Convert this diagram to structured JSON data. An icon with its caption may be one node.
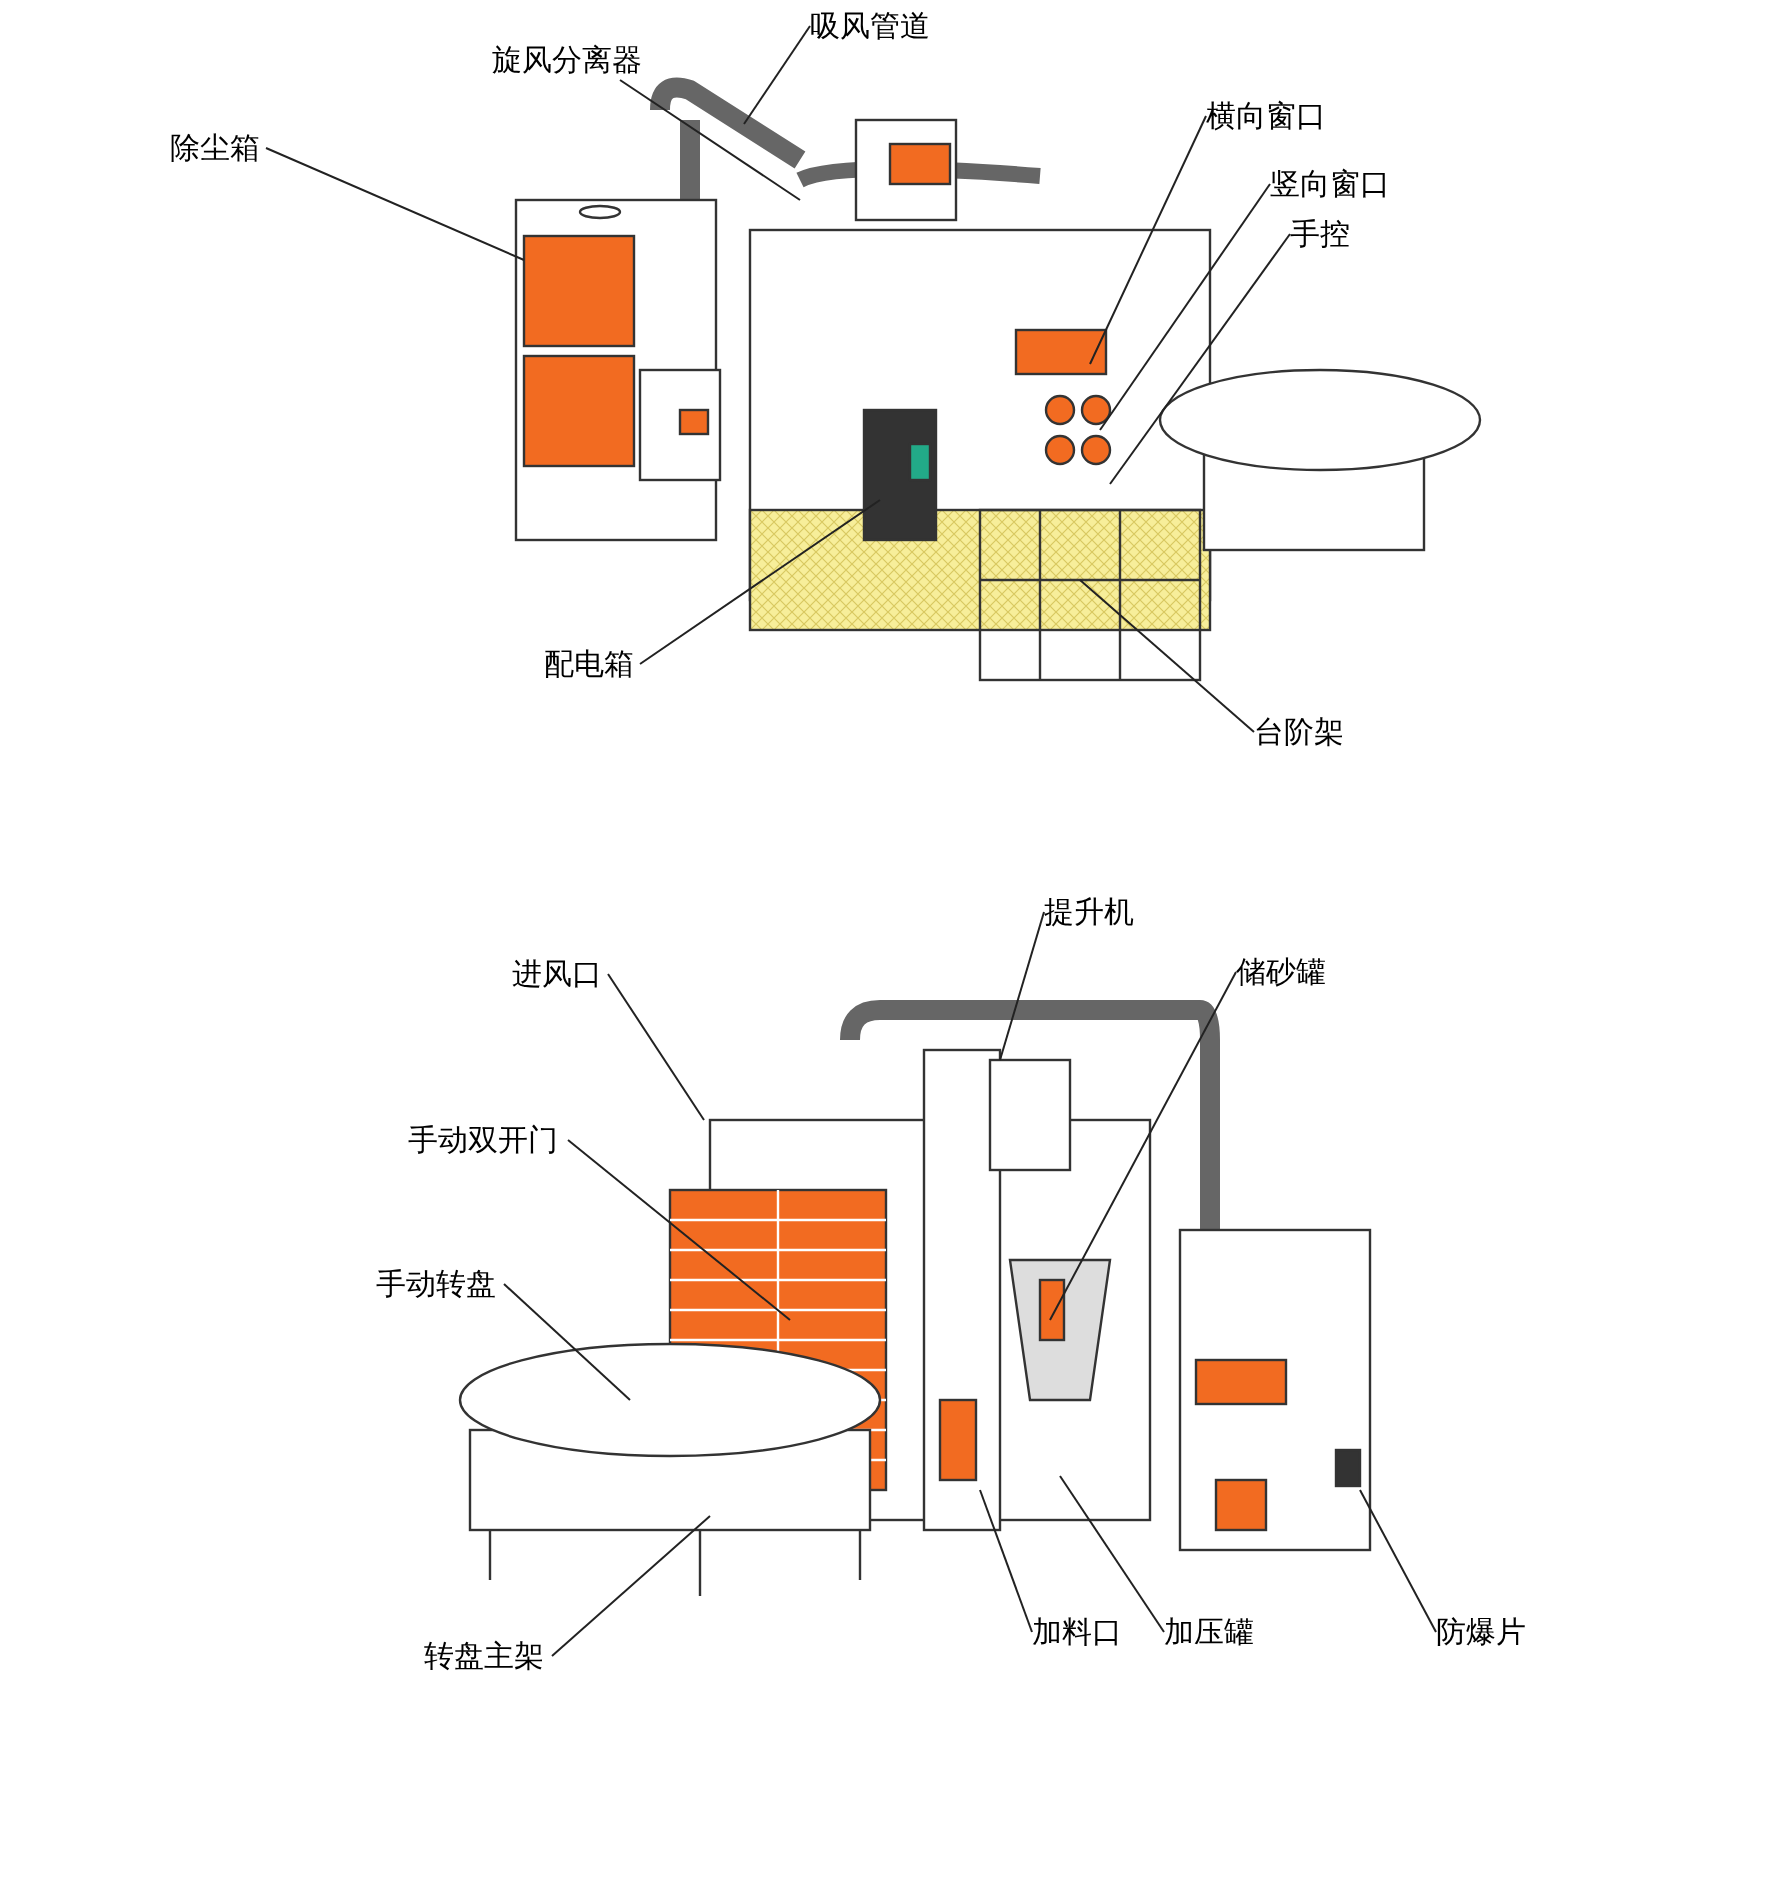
{
  "diagram": {
    "nodes": [
      {
        "text": [
          "除尘箱"
        ]
      },
      {
        "text": [
          "旋风分离器"
        ]
      },
      {
        "text": [
          "吸风管道"
        ]
      },
      {
        "text": [
          "横向窗口"
        ]
      },
      {
        "text": [
          "竖向窗口"
        ]
      },
      {
        "text": [
          "手控"
        ]
      },
      {
        "text": [
          "配电箱"
        ]
      },
      {
        "text": [
          "台阶架"
        ]
      },
      {
        "text": [
          "提升机"
        ]
      },
      {
        "text": [
          "进风口"
        ]
      },
      {
        "text": [
          "储砂罐"
        ]
      },
      {
        "text": [
          "手动双开门"
        ]
      },
      {
        "text": [
          "手动转盘"
        ]
      },
      {
        "text": [
          "转盘主架"
        ]
      },
      {
        "text": [
          "加料口"
        ]
      },
      {
        "text": [
          "加压罐"
        ]
      },
      {
        "text": [
          "防爆片"
        ]
      }
    ],
    "edges": [
      {
        "from": 0,
        "to": null,
        "arrow": "none"
      },
      {
        "from": 1,
        "to": null,
        "arrow": "none"
      },
      {
        "from": 2,
        "to": null,
        "arrow": "none"
      },
      {
        "from": 3,
        "to": null,
        "arrow": "none"
      },
      {
        "from": 4,
        "to": null,
        "arrow": "none"
      },
      {
        "from": 5,
        "to": null,
        "arrow": "none"
      },
      {
        "from": 6,
        "to": null,
        "arrow": "none"
      },
      {
        "from": 7,
        "to": null,
        "arrow": "none"
      },
      {
        "from": 8,
        "to": null,
        "arrow": "none"
      },
      {
        "from": 9,
        "to": null,
        "arrow": "none"
      },
      {
        "from": 10,
        "to": null,
        "arrow": "none"
      },
      {
        "from": 11,
        "to": null,
        "arrow": "none"
      },
      {
        "from": 12,
        "to": null,
        "arrow": "none"
      },
      {
        "from": 13,
        "to": null,
        "arrow": "none"
      },
      {
        "from": 14,
        "to": null,
        "arrow": "none"
      },
      {
        "from": 15,
        "to": null,
        "arrow": "none"
      },
      {
        "from": 16,
        "to": null,
        "arrow": "none"
      }
    ]
  }
}
